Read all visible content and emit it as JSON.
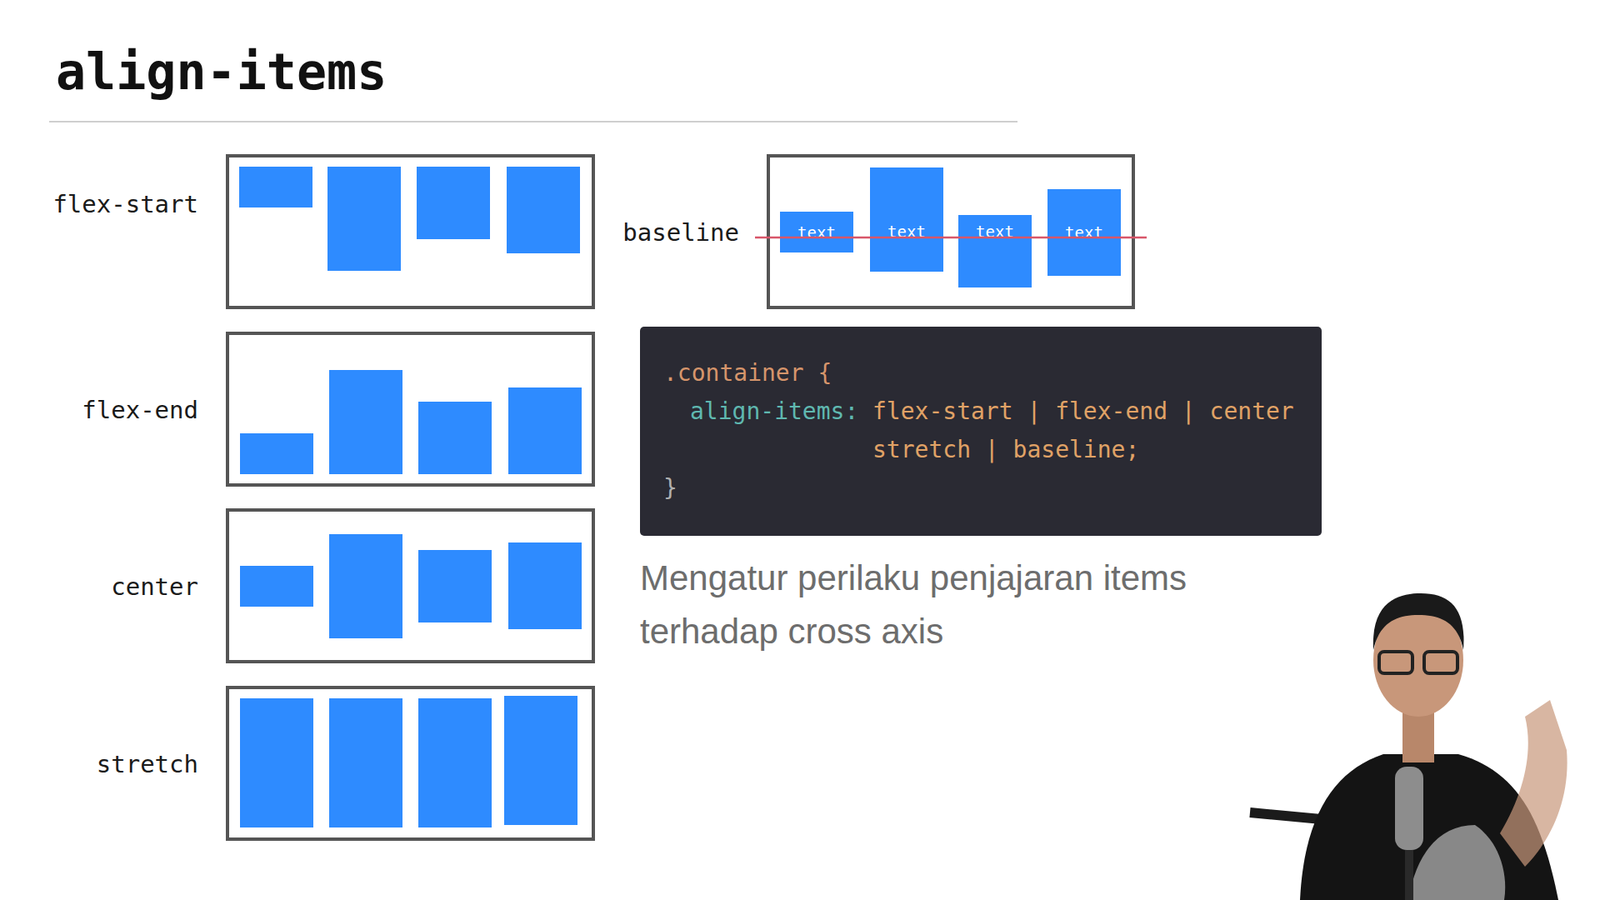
{
  "diagram": {
    "title": "align-items",
    "nodes": [
      {
        "text": [
          "flex-start"
        ]
      },
      {
        "text": [
          "flex-end"
        ]
      },
      {
        "text": [
          "center"
        ]
      },
      {
        "text": [
          "stretch"
        ]
      },
      {
        "text": [
          "baseline"
        ]
      },
      {
        "text": [
          "text"
        ],
        "in": 4
      },
      {
        "text": [
          "text"
        ],
        "in": 4
      },
      {
        "text": [
          "text"
        ],
        "in": 4
      },
      {
        "text": [
          "text"
        ],
        "in": 4
      },
      {
        "text": [
          ".container {",
          "align-items:",
          "flex-start | flex-end | center stretch | baseline;",
          "}"
        ]
      }
    ],
    "labels": [
      "Mengatur perilaku penjajaran items terhadap cross axis"
    ]
  }
}
